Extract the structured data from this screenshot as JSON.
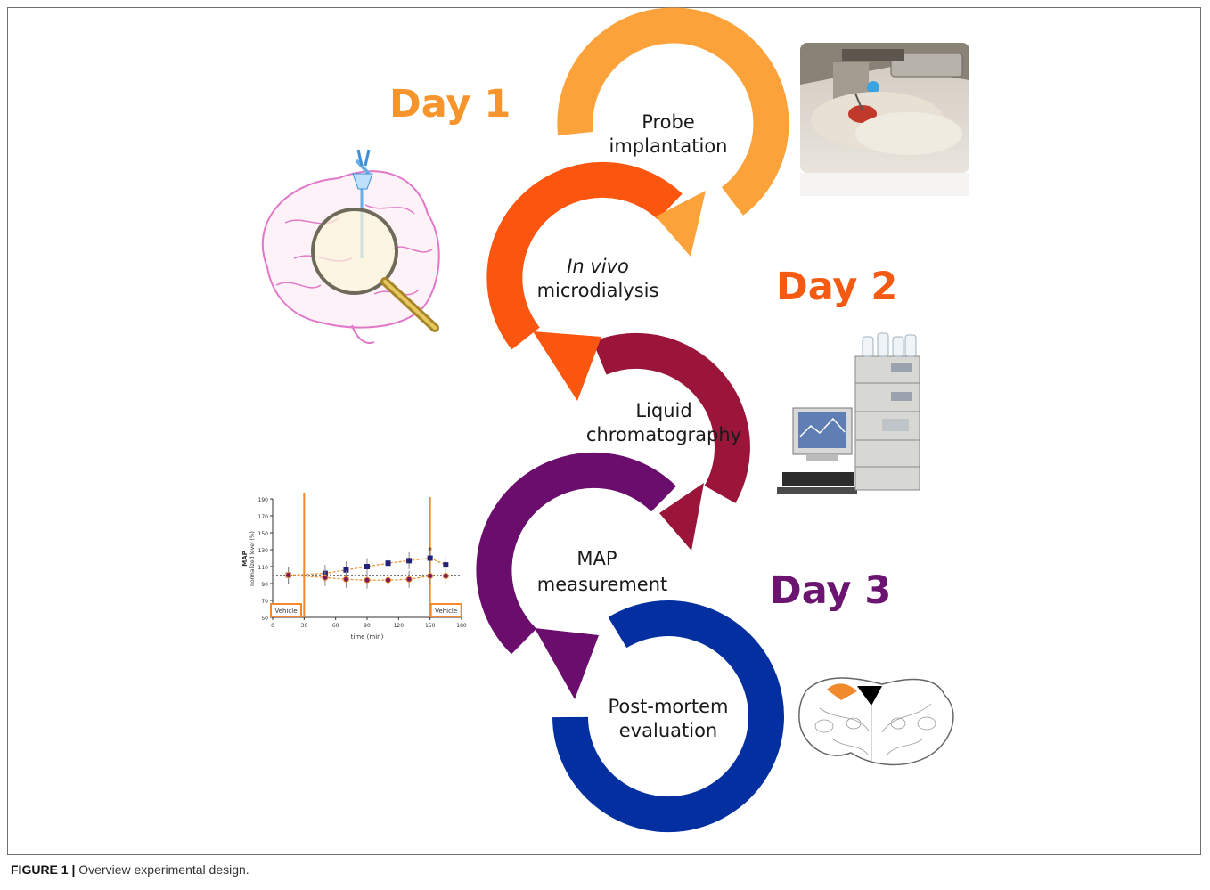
{
  "days": {
    "day1": {
      "label": "Day 1",
      "color": "#f7942b"
    },
    "day2": {
      "label": "Day 2",
      "color": "#f55a12"
    },
    "day3": {
      "label": "Day 3",
      "color": "#6b1470"
    }
  },
  "steps": [
    {
      "id": "probe",
      "lines": [
        "Probe",
        "implantation"
      ],
      "color": "#fba23a"
    },
    {
      "id": "microdialysis",
      "lines_italic": "In vivo",
      "lines": [
        "microdialysis"
      ],
      "color": "#fb5610"
    },
    {
      "id": "chromatography",
      "lines": [
        "Liquid",
        "chromatography"
      ],
      "color": "#9b1439"
    },
    {
      "id": "map",
      "lines": [
        "MAP",
        "measurement"
      ],
      "color": "#6a0d6d"
    },
    {
      "id": "postmortem",
      "lines": [
        "Post-mortem",
        "evaluation"
      ],
      "color": "#032fa0"
    }
  ],
  "inset_chart": {
    "ylabel_top": "MAP",
    "ylabel_bottom": "normalized level (%)",
    "xlabel": "time (min)",
    "y_ticks": [
      "190",
      "170",
      "150",
      "130",
      "110",
      "90",
      "70",
      "50"
    ],
    "x_ticks": [
      "0",
      "30",
      "60",
      "90",
      "120",
      "150",
      "180"
    ],
    "vehicle_label": "Vehicle",
    "star": "*"
  },
  "caption": {
    "label": "FIGURE 1 |",
    "text": " Overview experimental design."
  }
}
